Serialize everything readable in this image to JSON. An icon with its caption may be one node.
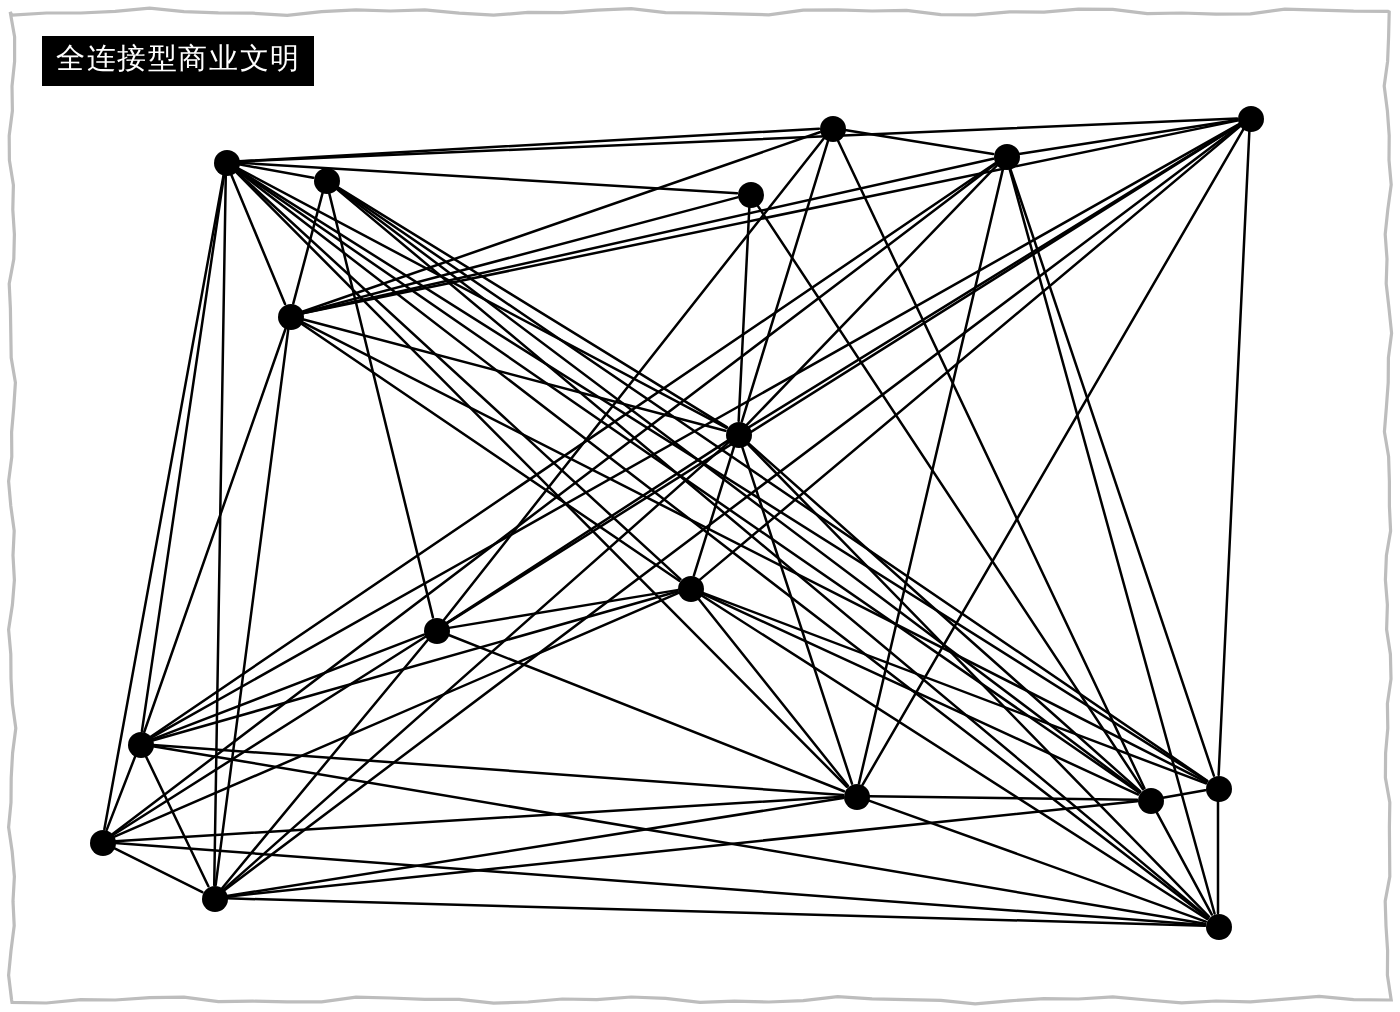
{
  "diagram": {
    "title": "全连接型商业文明",
    "nodes": [
      {
        "text": [],
        "shape": "circle"
      },
      {
        "text": [],
        "shape": "circle"
      },
      {
        "text": [],
        "shape": "circle"
      },
      {
        "text": [],
        "shape": "circle"
      },
      {
        "text": [],
        "shape": "circle"
      },
      {
        "text": [],
        "shape": "circle"
      },
      {
        "text": [],
        "shape": "circle"
      },
      {
        "text": [],
        "shape": "circle"
      },
      {
        "text": [],
        "shape": "circle"
      },
      {
        "text": [],
        "shape": "circle"
      },
      {
        "text": [],
        "shape": "circle"
      },
      {
        "text": [],
        "shape": "circle"
      },
      {
        "text": [],
        "shape": "circle"
      },
      {
        "text": [],
        "shape": "circle"
      },
      {
        "text": [],
        "shape": "circle"
      },
      {
        "text": [],
        "shape": "circle"
      },
      {
        "text": [],
        "shape": "circle"
      }
    ],
    "edges": [
      {
        "from": 3,
        "to": 5,
        "arrow": "none"
      },
      {
        "from": 3,
        "to": 10,
        "arrow": "none"
      },
      {
        "from": 3,
        "to": 16,
        "arrow": "none"
      },
      {
        "from": 3,
        "to": 9,
        "arrow": "none"
      },
      {
        "from": 3,
        "to": 4,
        "arrow": "none"
      },
      {
        "from": 3,
        "to": 0,
        "arrow": "none"
      },
      {
        "from": 3,
        "to": 1,
        "arrow": "none"
      },
      {
        "from": 3,
        "to": 2,
        "arrow": "none"
      },
      {
        "from": 3,
        "to": 8,
        "arrow": "none"
      },
      {
        "from": 3,
        "to": 7,
        "arrow": "none"
      },
      {
        "from": 3,
        "to": 11,
        "arrow": "none"
      },
      {
        "from": 3,
        "to": 13,
        "arrow": "none"
      },
      {
        "from": 3,
        "to": 14,
        "arrow": "none"
      },
      {
        "from": 3,
        "to": 15,
        "arrow": "none"
      },
      {
        "from": 5,
        "to": 4,
        "arrow": "none"
      },
      {
        "from": 5,
        "to": 6,
        "arrow": "none"
      },
      {
        "from": 5,
        "to": 8,
        "arrow": "none"
      },
      {
        "from": 5,
        "to": 13,
        "arrow": "none"
      },
      {
        "from": 5,
        "to": 14,
        "arrow": "none"
      },
      {
        "from": 5,
        "to": 15,
        "arrow": "none"
      },
      {
        "from": 4,
        "to": 10,
        "arrow": "none"
      },
      {
        "from": 4,
        "to": 12,
        "arrow": "none"
      },
      {
        "from": 4,
        "to": 16,
        "arrow": "none"
      },
      {
        "from": 4,
        "to": 9,
        "arrow": "none"
      },
      {
        "from": 4,
        "to": 1,
        "arrow": "none"
      },
      {
        "from": 4,
        "to": 2,
        "arrow": "none"
      },
      {
        "from": 4,
        "to": 8,
        "arrow": "none"
      },
      {
        "from": 4,
        "to": 14,
        "arrow": "none"
      },
      {
        "from": 4,
        "to": 7,
        "arrow": "none"
      },
      {
        "from": 9,
        "to": 8,
        "arrow": "none"
      },
      {
        "from": 9,
        "to": 13,
        "arrow": "none"
      },
      {
        "from": 10,
        "to": 12,
        "arrow": "none"
      },
      {
        "from": 10,
        "to": 8,
        "arrow": "none"
      },
      {
        "from": 10,
        "to": 6,
        "arrow": "none"
      },
      {
        "from": 10,
        "to": 13,
        "arrow": "none"
      },
      {
        "from": 12,
        "to": 16,
        "arrow": "none"
      },
      {
        "from": 12,
        "to": 0,
        "arrow": "none"
      },
      {
        "from": 12,
        "to": 1,
        "arrow": "none"
      },
      {
        "from": 12,
        "to": 11,
        "arrow": "none"
      },
      {
        "from": 12,
        "to": 14,
        "arrow": "none"
      },
      {
        "from": 12,
        "to": 15,
        "arrow": "none"
      },
      {
        "from": 16,
        "to": 1,
        "arrow": "none"
      },
      {
        "from": 16,
        "to": 2,
        "arrow": "none"
      },
      {
        "from": 16,
        "to": 6,
        "arrow": "none"
      },
      {
        "from": 16,
        "to": 11,
        "arrow": "none"
      },
      {
        "from": 16,
        "to": 14,
        "arrow": "none"
      },
      {
        "from": 8,
        "to": 7,
        "arrow": "none"
      },
      {
        "from": 8,
        "to": 6,
        "arrow": "none"
      },
      {
        "from": 8,
        "to": 2,
        "arrow": "none"
      },
      {
        "from": 8,
        "to": 11,
        "arrow": "none"
      },
      {
        "from": 8,
        "to": 13,
        "arrow": "none"
      },
      {
        "from": 8,
        "to": 15,
        "arrow": "none"
      },
      {
        "from": 7,
        "to": 6,
        "arrow": "none"
      },
      {
        "from": 7,
        "to": 0,
        "arrow": "none"
      },
      {
        "from": 7,
        "to": 1,
        "arrow": "none"
      },
      {
        "from": 7,
        "to": 11,
        "arrow": "none"
      },
      {
        "from": 7,
        "to": 13,
        "arrow": "none"
      },
      {
        "from": 7,
        "to": 14,
        "arrow": "none"
      },
      {
        "from": 7,
        "to": 15,
        "arrow": "none"
      },
      {
        "from": 6,
        "to": 1,
        "arrow": "none"
      },
      {
        "from": 6,
        "to": 2,
        "arrow": "none"
      },
      {
        "from": 6,
        "to": 0,
        "arrow": "none"
      },
      {
        "from": 6,
        "to": 11,
        "arrow": "none"
      },
      {
        "from": 11,
        "to": 0,
        "arrow": "none"
      },
      {
        "from": 11,
        "to": 1,
        "arrow": "none"
      },
      {
        "from": 11,
        "to": 2,
        "arrow": "none"
      },
      {
        "from": 11,
        "to": 13,
        "arrow": "none"
      },
      {
        "from": 11,
        "to": 15,
        "arrow": "none"
      },
      {
        "from": 13,
        "to": 14,
        "arrow": "none"
      },
      {
        "from": 13,
        "to": 15,
        "arrow": "none"
      },
      {
        "from": 13,
        "to": 2,
        "arrow": "none"
      },
      {
        "from": 14,
        "to": 15,
        "arrow": "none"
      },
      {
        "from": 0,
        "to": 1,
        "arrow": "none"
      },
      {
        "from": 0,
        "to": 2,
        "arrow": "none"
      },
      {
        "from": 1,
        "to": 2,
        "arrow": "none"
      },
      {
        "from": 0,
        "to": 15,
        "arrow": "none"
      },
      {
        "from": 1,
        "to": 15,
        "arrow": "none"
      },
      {
        "from": 2,
        "to": 15,
        "arrow": "none"
      },
      {
        "from": 16,
        "to": 8,
        "arrow": "none"
      },
      {
        "from": 16,
        "to": 7,
        "arrow": "none"
      },
      {
        "from": 12,
        "to": 8,
        "arrow": "none"
      }
    ]
  }
}
